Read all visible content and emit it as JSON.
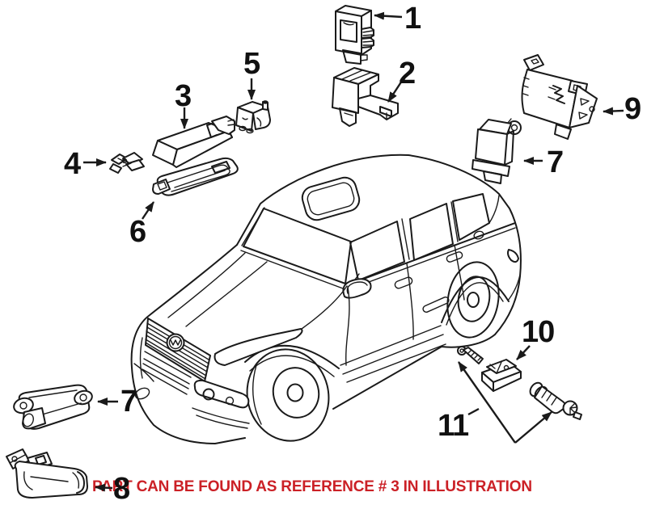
{
  "diagram": {
    "kind": "vehicle-parts-illustration",
    "vehicle": "suv-three-quarter-front-line-drawing",
    "note": {
      "text": "PART CAN BE FOUND AS REFERENCE # 3 IN ILLUSTRATION",
      "color": "#cb2026"
    },
    "colors": {
      "line": "#1a1a1a",
      "background": "#ffffff",
      "label": "#111111"
    },
    "callouts": [
      {
        "ref": "1",
        "part": "control-module"
      },
      {
        "ref": "2",
        "part": "module-mounting-bracket"
      },
      {
        "ref": "3",
        "part": "antenna-module"
      },
      {
        "ref": "4",
        "part": "retaining-clip"
      },
      {
        "ref": "5",
        "part": "small-mounting-bracket"
      },
      {
        "ref": "6",
        "part": "antenna-housing-tray"
      },
      {
        "ref": "7",
        "part": "sensor-module-rear"
      },
      {
        "ref": "9",
        "part": "control-unit-with-bracket"
      },
      {
        "ref": "7",
        "part": "sensor-module-front"
      },
      {
        "ref": "8",
        "part": "sensor-mounting-bracket"
      },
      {
        "ref": "10",
        "part": "tire-pressure-sensor"
      },
      {
        "ref": "11",
        "part": "valve-stem-and-screw-kit"
      }
    ]
  }
}
